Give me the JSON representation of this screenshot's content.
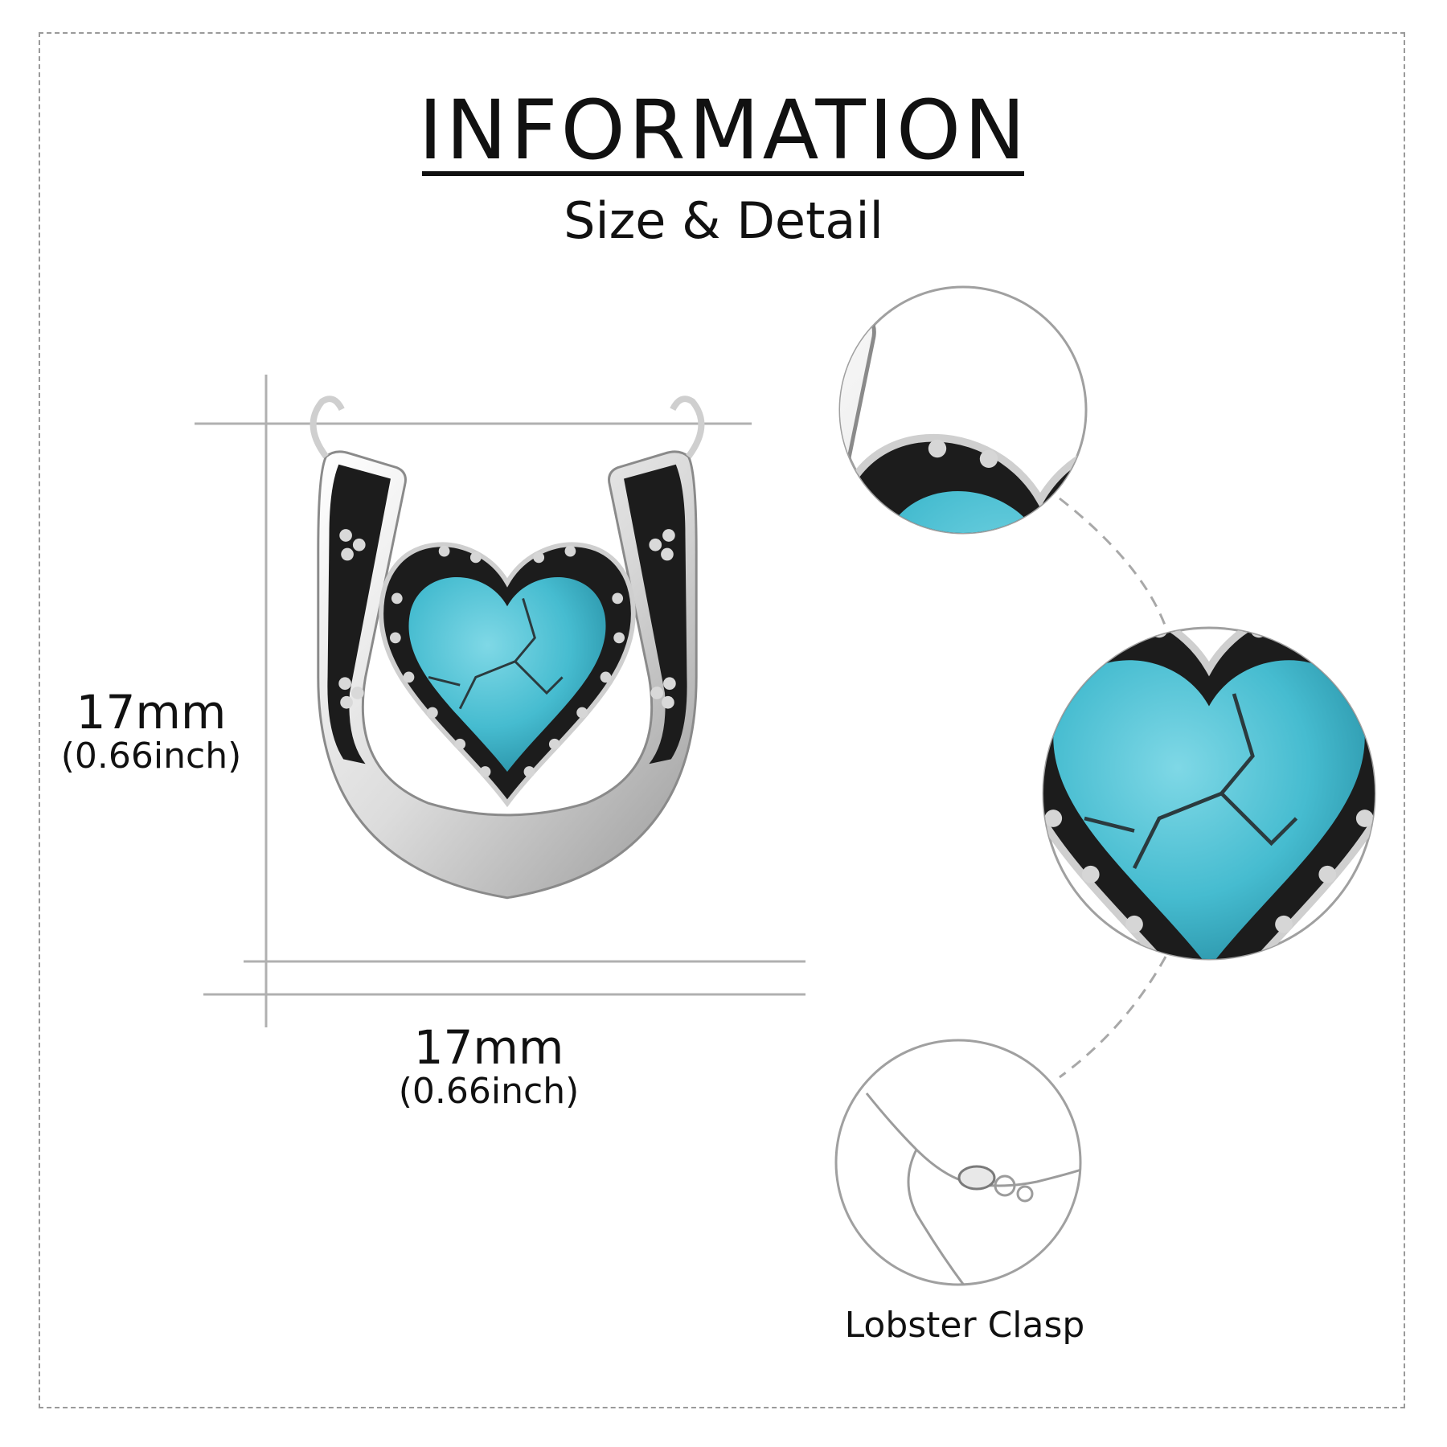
{
  "header": {
    "title": "INFORMATION",
    "subtitle": "Size & Detail"
  },
  "dimensions": {
    "height": {
      "mm": "17mm",
      "inch": "(0.66inch)"
    },
    "width": {
      "mm": "17mm",
      "inch": "(0.66inch)"
    }
  },
  "details": {
    "clasp_label": "Lobster Clasp"
  },
  "colors": {
    "turquoise": "#46bcd0",
    "silver": "#e6e6e6",
    "oxidized": "#1c1c1c",
    "guide_line": "#b0b0b0",
    "frame": "#9a9a9a"
  }
}
